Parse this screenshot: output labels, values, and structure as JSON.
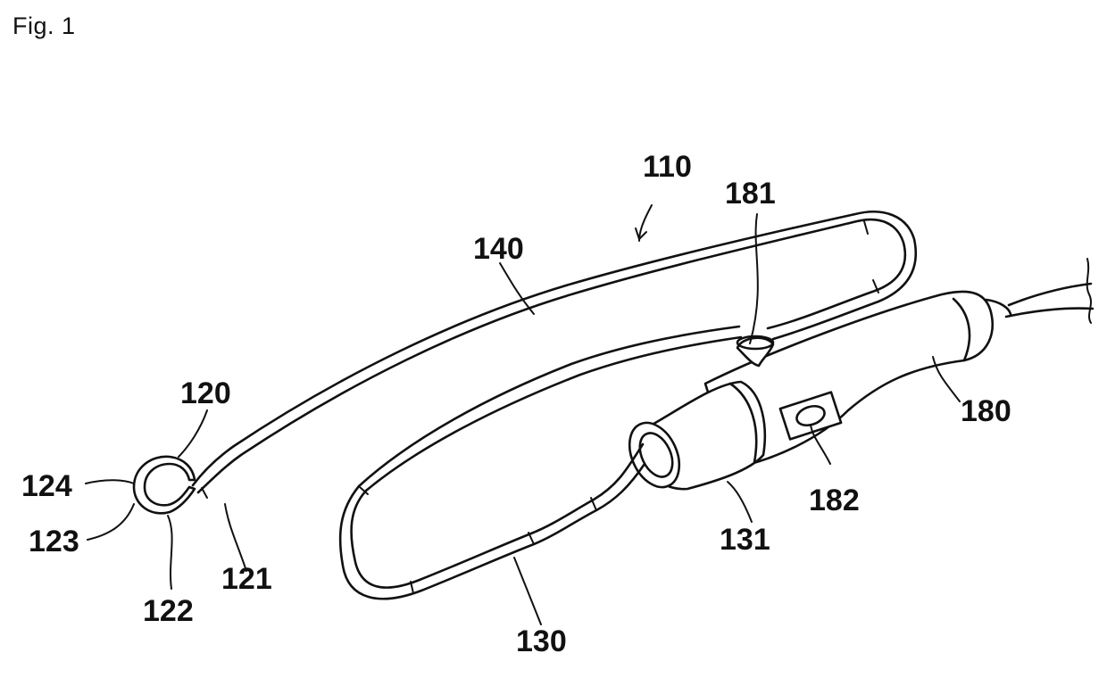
{
  "figure": {
    "title": "Fig. 1",
    "labels": {
      "device": "110",
      "head_ring": "120",
      "shaft_distal": "121",
      "ring_joint": "122",
      "ring_outer": "123",
      "ring_inner": "124",
      "cable": "130",
      "grip": "131",
      "loop_tube": "140",
      "handle": "180",
      "port": "181",
      "button": "182"
    }
  }
}
